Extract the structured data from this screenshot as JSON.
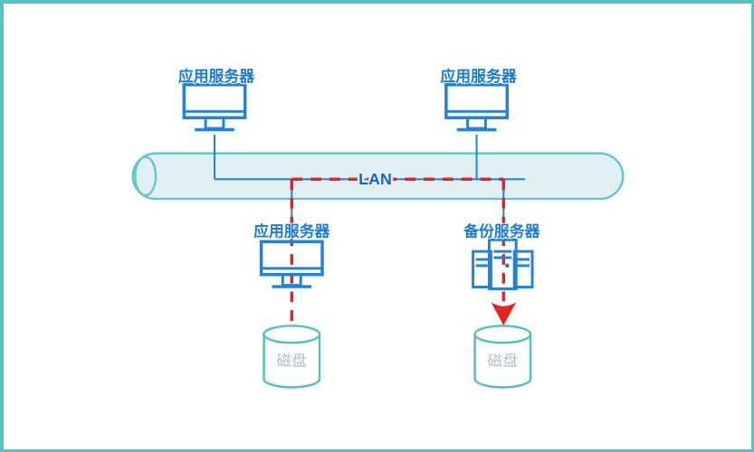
{
  "frame": {
    "border_color": "#55c1c8",
    "background": "#ffffff"
  },
  "diagram": {
    "lan": {
      "label": "LAN"
    },
    "nodes": [
      {
        "id": "app-server-top-left",
        "label": "应用服务器",
        "type": "monitor"
      },
      {
        "id": "app-server-top-right",
        "label": "应用服务器",
        "type": "monitor"
      },
      {
        "id": "app-server-bottom",
        "label": "应用服务器",
        "type": "monitor"
      },
      {
        "id": "backup-server",
        "label": "备份服务器",
        "type": "server-rack"
      },
      {
        "id": "disk-left",
        "label": "磁盘",
        "type": "disk-cylinder"
      },
      {
        "id": "disk-right",
        "label": "磁盘",
        "type": "disk-cylinder"
      }
    ],
    "colors": {
      "device_blue": "#1f82dc",
      "label_blue": "#1879d8",
      "replication_red": "#e62222",
      "pipe_fill": "#e0f0f3",
      "pipe_border": "#66c5ce",
      "disk_border": "#4ec1c4",
      "disk_label_gray": "#a9c0cc"
    }
  }
}
